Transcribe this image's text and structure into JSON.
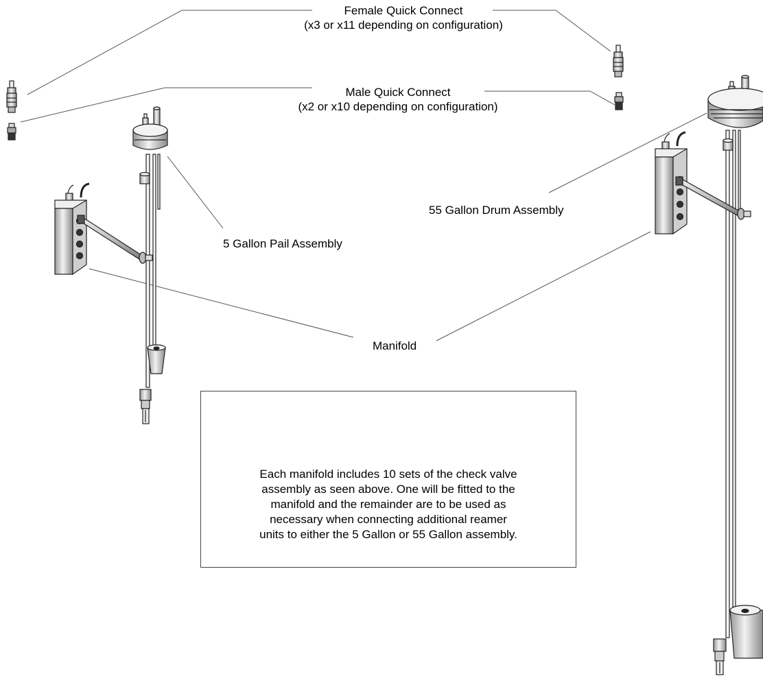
{
  "labels": {
    "female_quick_connect": {
      "title": "Female Quick Connect",
      "subtitle": "(x3 or x11 depending on configuration)"
    },
    "male_quick_connect": {
      "title": "Male Quick Connect",
      "subtitle": "(x2 or x10 depending on configuration)"
    },
    "pail_assembly": "5 Gallon Pail Assembly",
    "drum_assembly": "55 Gallon Drum Assembly",
    "manifold": "Manifold"
  },
  "note": {
    "lines": [
      "Each manifold includes 10 sets of the check valve",
      "assembly as seen above. One will be fitted to the",
      "manifold and the remainder are to be used as",
      "necessary when connecting additional reamer",
      "units to either the 5 Gallon or 55 Gallon assembly."
    ]
  },
  "colors": {
    "line": "#555555",
    "outline": "#222222",
    "metal": "#d9d9d9",
    "dark": "#333333"
  }
}
